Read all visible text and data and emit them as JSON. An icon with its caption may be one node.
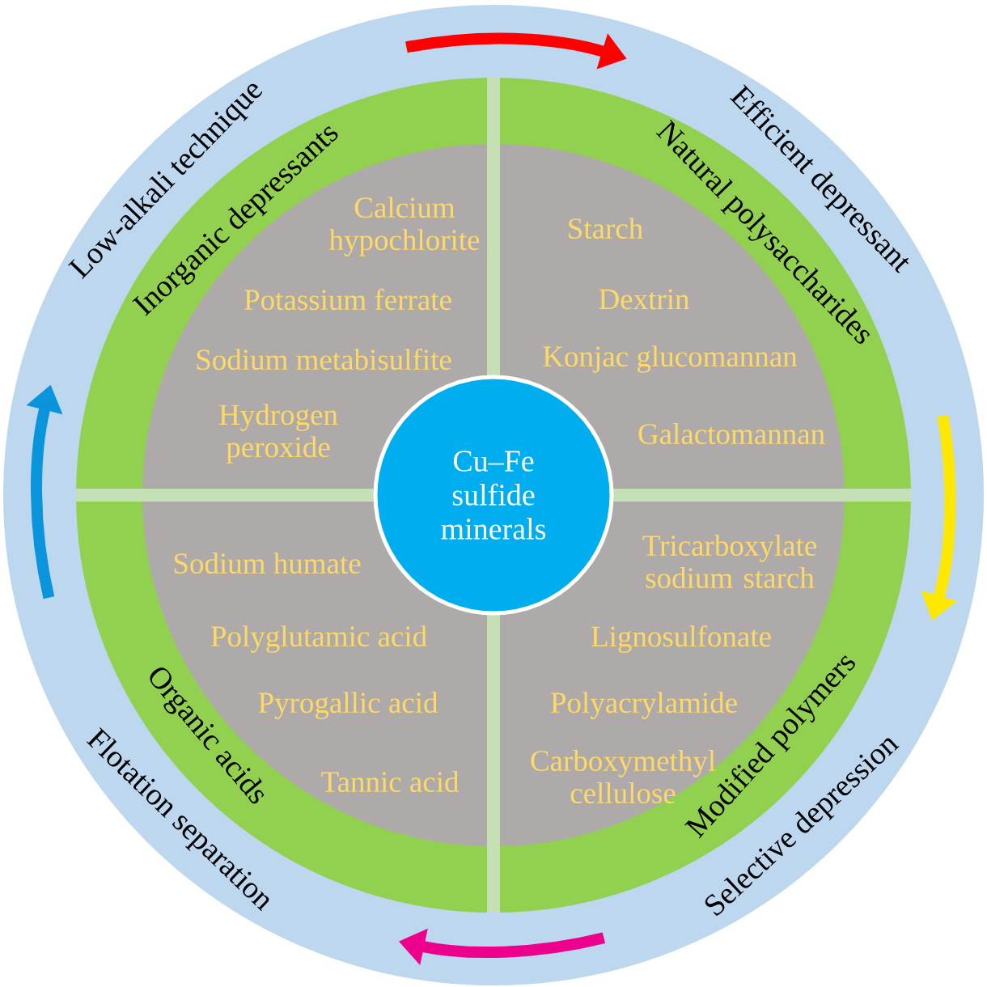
{
  "diagram": {
    "nodes": [
      {
        "text": [
          "Inorganic depressants",
          "Calcium hypochlorite",
          "Potassium ferrate",
          "Sodium metabisulfite",
          "Hydrogen peroxide"
        ]
      },
      {
        "text": [
          "Natural polysaccharides",
          "Starch",
          "Dextrin",
          "Konjac glucomannan",
          "Galactomannan"
        ]
      },
      {
        "text": [
          "Cu–Fe sulfide minerals"
        ]
      },
      {
        "text": [
          "Organic acids",
          "Sodium humate",
          "Polyglutamic acid",
          "Pyrogallic acid",
          "Tannic acid"
        ]
      },
      {
        "text": [
          "Modified polymers",
          "Tricarboxylate sodium starch",
          "Lignosulfonate",
          "Polyacrylamide",
          "Carboxymethyl cellulose"
        ]
      }
    ],
    "labels": [
      "Low-alkali technique",
      "Efficient depressant",
      "Flotation separation",
      "Selective depression"
    ]
  }
}
